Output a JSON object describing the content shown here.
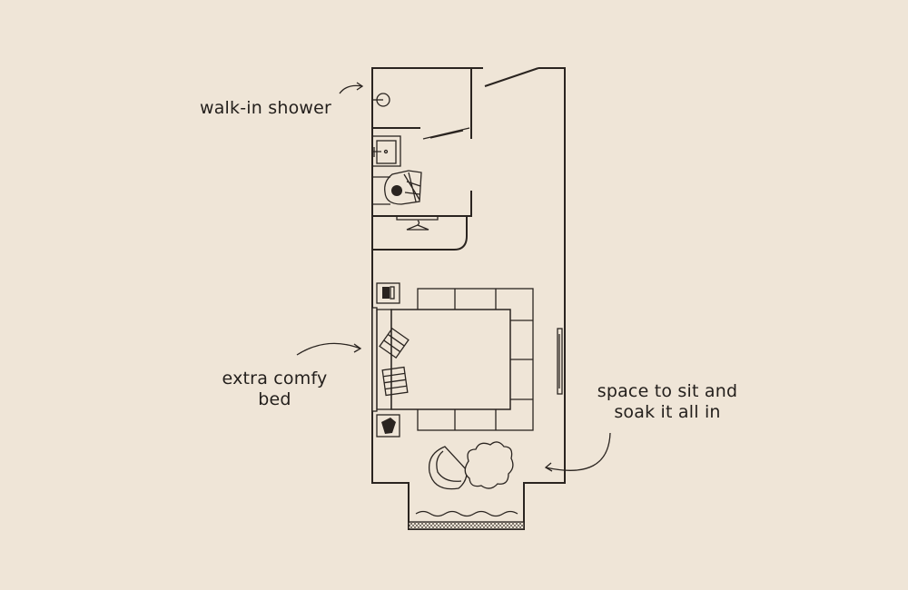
{
  "labels": {
    "shower": "walk-in shower",
    "bed_line1": "extra comfy",
    "bed_line2": "bed",
    "sit_line1": "space to sit and",
    "sit_line2": "soak it all in"
  },
  "colors": {
    "background": "#efe5d7",
    "ink": "#2a2420"
  }
}
